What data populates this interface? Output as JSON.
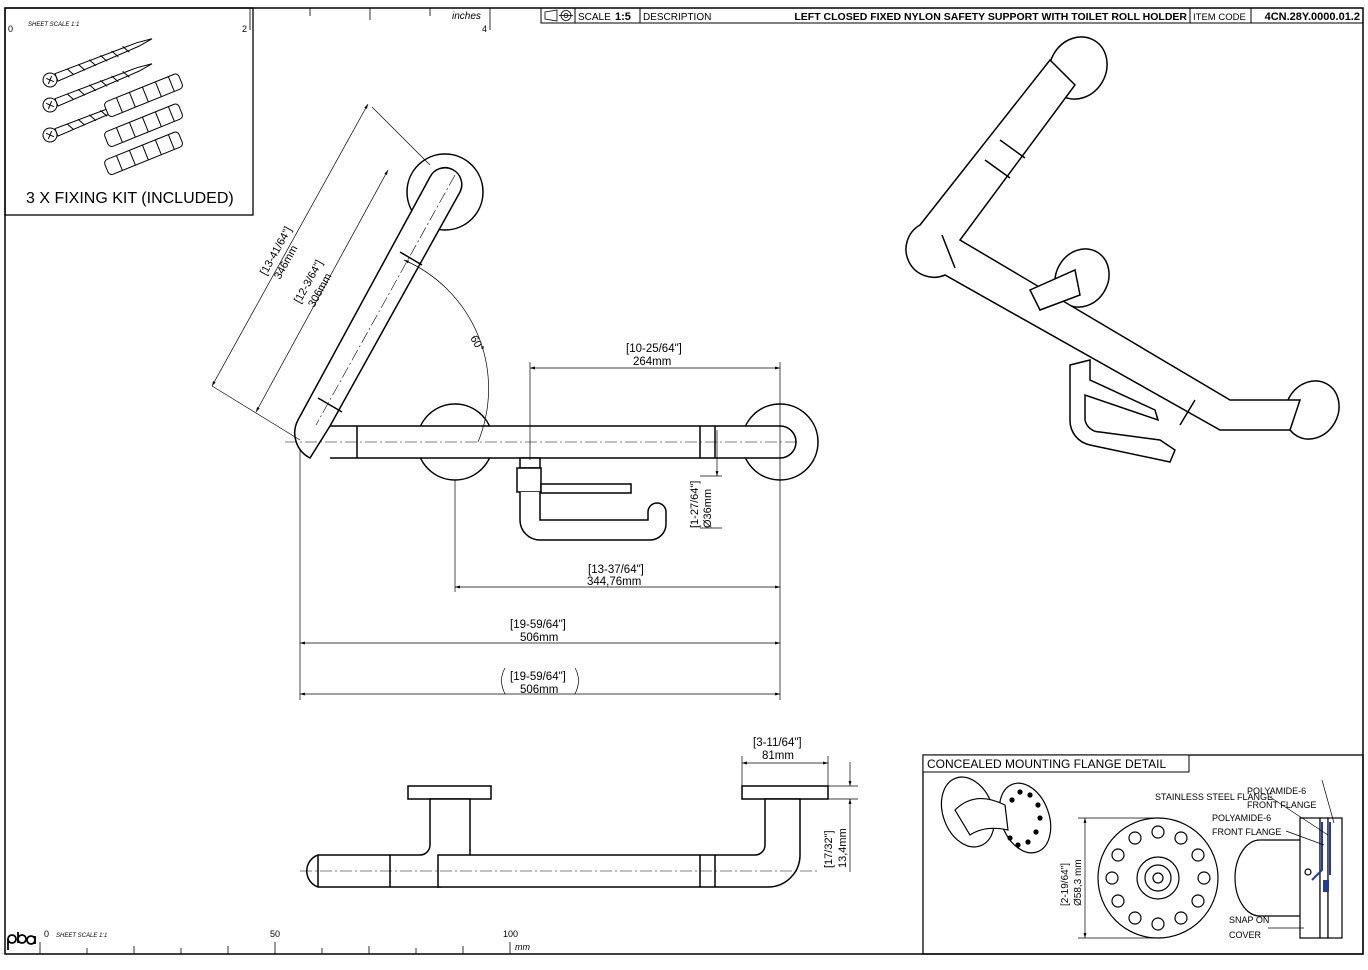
{
  "title_block": {
    "scale_label": "SCALE",
    "scale_value": "1:5",
    "description_label": "DESCRIPTION",
    "description": "LEFT CLOSED FIXED NYLON SAFETY SUPPORT WITH TOILET ROLL HOLDER",
    "item_code_label": "ITEM CODE",
    "item_code": "4CN.28Y.0000.01.2"
  },
  "top_ruler": {
    "unit": "inches",
    "labels": [
      "0",
      "2",
      "4"
    ]
  },
  "bottom_ruler": {
    "logo": "pba",
    "sheet_scale": "SHEET SCALE 1:1",
    "labels": [
      "0",
      "50",
      "100"
    ],
    "unit": "mm"
  },
  "fixing_kit": {
    "sheet_scale": "SHEET SCALE 1:1",
    "caption": "3 X FIXING KIT (INCLUDED)"
  },
  "dimensions": {
    "diag_outer_in": "[13-41/64\"]",
    "diag_outer_mm": "346mm",
    "diag_inner_in": "[12-3/64\"]",
    "diag_inner_mm": "306mm",
    "angle": "60°",
    "top_span_in": "[10-25/64\"]",
    "top_span_mm": "264mm",
    "tube_dia_in": "[1-27/64\"]",
    "tube_dia_mm": "Ø36mm",
    "mid_span_in": "[13-37/64\"]",
    "mid_span_mm": "344,76mm",
    "full_span_in": "[19-59/64\"]",
    "full_span_mm": "506mm",
    "ref_span_in": "[19-59/64\"]",
    "ref_span_mm": "506mm",
    "projection_in": "[3-11/64\"]",
    "projection_mm": "81mm",
    "flange_th_in": "[17/32\"]",
    "flange_th_mm": "13,4mm"
  },
  "flange_detail": {
    "title": "CONCEALED MOUNTING FLANGE DETAIL",
    "dia_in": "[2-19/64\"]",
    "dia_mm": "Ø58,3 mm",
    "labels": {
      "polyamide_front_1": "POLYAMIDE-6",
      "front_flange_1": "FRONT FLANGE",
      "stainless": "STAINLESS STEEL FLANGE",
      "polyamide_front_2": "POLYAMIDE-6",
      "front_flange_2": "FRONT FLANGE",
      "snap_on": "SNAP ON",
      "cover": "COVER"
    }
  }
}
